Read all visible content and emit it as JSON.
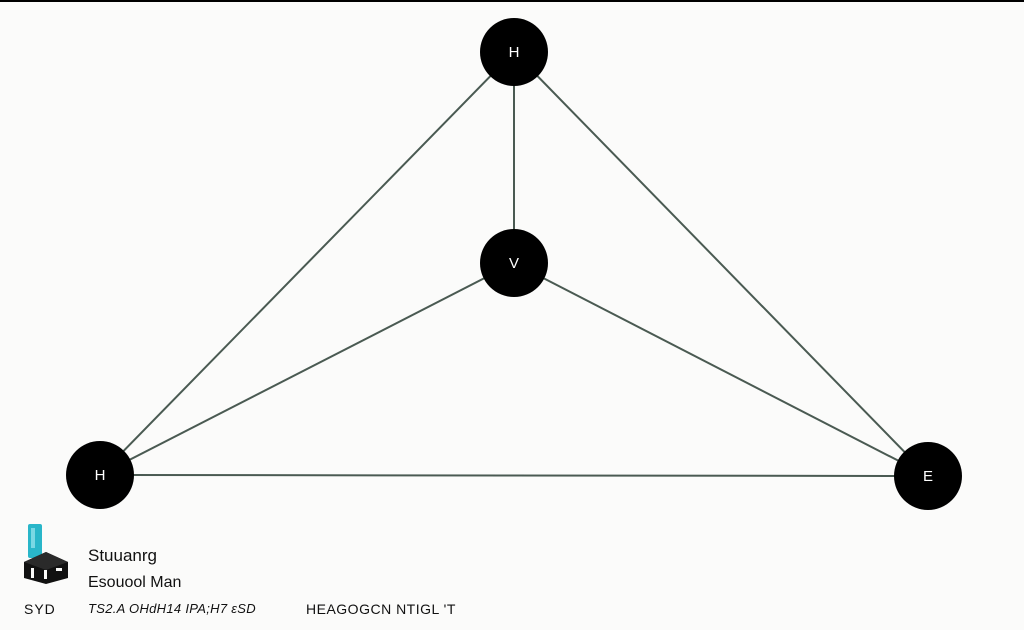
{
  "nodes": [
    {
      "id": "top",
      "label": "H"
    },
    {
      "id": "center",
      "label": "V"
    },
    {
      "id": "left",
      "label": "H"
    },
    {
      "id": "right",
      "label": "E"
    }
  ],
  "edges": [
    {
      "from": "top",
      "to": "left"
    },
    {
      "from": "top",
      "to": "right"
    },
    {
      "from": "top",
      "to": "center"
    },
    {
      "from": "center",
      "to": "left"
    },
    {
      "from": "center",
      "to": "right"
    },
    {
      "from": "left",
      "to": "right"
    }
  ],
  "caption": {
    "line1": "Stuuanrg",
    "line2": "Esouool Man"
  },
  "footer": {
    "left": "SYD",
    "middle": "TS2.A OHdH14 IPA;H7 ɛSD",
    "right": "HEAGOGCN NTIGL 'T"
  },
  "colors": {
    "node_fill": "#000000",
    "edge_stroke": "#4a5a52",
    "logo_accent": "#29b6c9"
  }
}
